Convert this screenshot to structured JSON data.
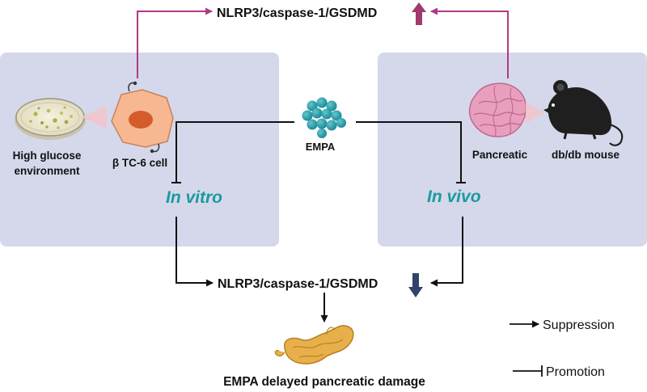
{
  "top_label": "NLRP3/caspase-1/GSDMD",
  "bottom_label": "NLRP3/caspase-1/GSDMD",
  "drug_label": "EMPA",
  "left_panel": {
    "env_label_line1": "High glucose",
    "env_label_line2": "environment",
    "cell_label": "β TC-6 cell",
    "mode_label": "In vitro"
  },
  "right_panel": {
    "organ_label": "Pancreatic",
    "animal_label": "db/db mouse",
    "mode_label": "In vivo"
  },
  "conclusion": "EMPA delayed pancreatic damage",
  "legend": {
    "arrow_label": "Suppression",
    "bar_label": "Promotion"
  },
  "colors": {
    "panel_fill": "#d5d8ea",
    "promotion_edge": "#b03a86",
    "up_arrow": "#a03a6f",
    "down_arrow": "#2f4468",
    "drug": "#1f8b96",
    "accent_text": "#1a9aa0"
  }
}
